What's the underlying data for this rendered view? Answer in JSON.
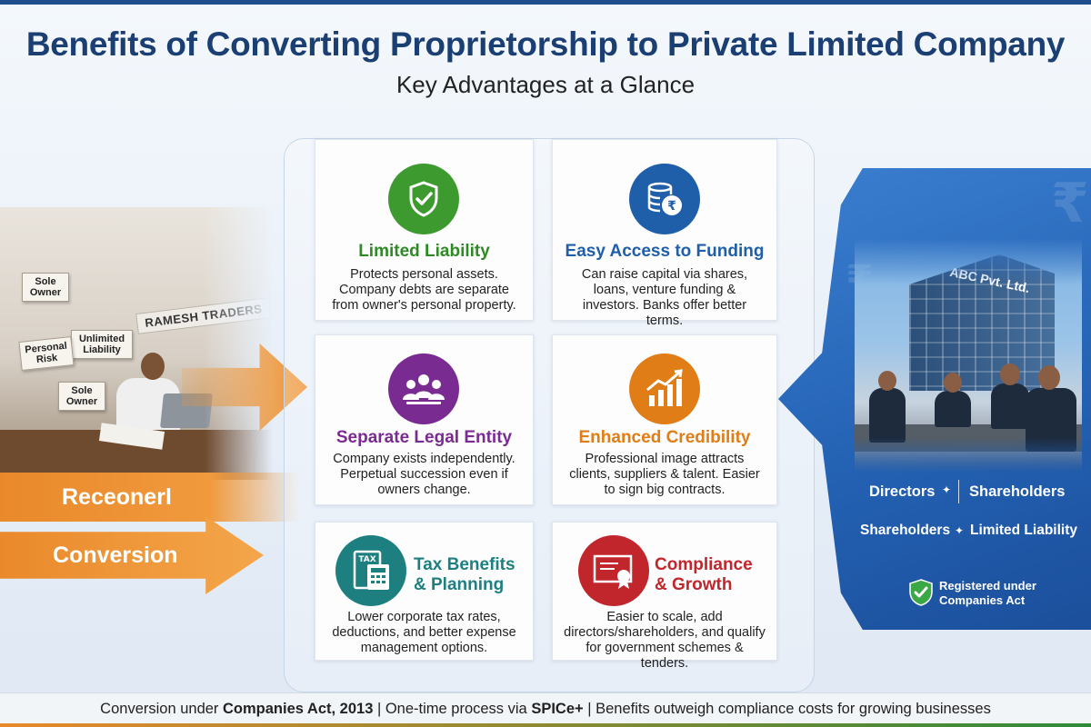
{
  "header": {
    "title": "Benefits of Converting Proprietorship to Private Limited Company",
    "subtitle": "Key Advantages at a Glance"
  },
  "left_scene": {
    "shop_sign": "RAMESH TRADERS",
    "notes": [
      "Sole Owner",
      "Unlimited Liability",
      "Personal Risk",
      "Sole Owner"
    ],
    "band_label": "Receonerl",
    "conversion_label": "Conversion"
  },
  "cards": [
    {
      "title": "Limited Liability",
      "desc": "Protects personal assets. Company debts are separate from owner's personal property.",
      "color": "#3c9a2f",
      "icon": "shield-check-icon"
    },
    {
      "title": "Easy Access to Funding",
      "desc": "Can raise capital via shares, loans, venture funding & investors. Banks offer better terms.",
      "color": "#1f5ea8",
      "icon": "coins-rupee-icon"
    },
    {
      "title": "Separate Legal Entity",
      "desc": "Company exists independently. Perpetual succession even if owners change.",
      "color": "#7a2b91",
      "icon": "people-group-icon"
    },
    {
      "title": "Enhanced Credibility",
      "desc": "Professional image attracts clients, suppliers & talent. Easier to sign big contracts.",
      "color": "#e07d16",
      "icon": "growth-chart-icon"
    },
    {
      "title": "Tax Benefits & Planning",
      "desc": "Lower corporate tax rates, deductions, and better expense management options.",
      "color": "#1e7f80",
      "icon": "tax-calculator-icon",
      "icon_text": "TAX"
    },
    {
      "title": "Compliance & Growth",
      "desc": "Easier to scale, add directors/shareholders, and qualify for government schemes & tenders.",
      "color": "#c0262b",
      "icon": "certificate-icon"
    }
  ],
  "right_panel": {
    "company_sign": "ABC Pvt. Ltd.",
    "row1": [
      "Directors",
      "Shareholders"
    ],
    "row2": [
      "Shareholders",
      "Limited Liability"
    ],
    "badge_line1": "Registered under",
    "badge_line2": "Companies Act",
    "rupee_symbol": "₹"
  },
  "footer": {
    "part1": "Conversion under ",
    "part1_bold": "Companies Act, 2013",
    "sep1": " | One-time process via ",
    "part2_bold": "SPICe+",
    "part3": " | Benefits outweigh compliance costs for growing businesses"
  }
}
